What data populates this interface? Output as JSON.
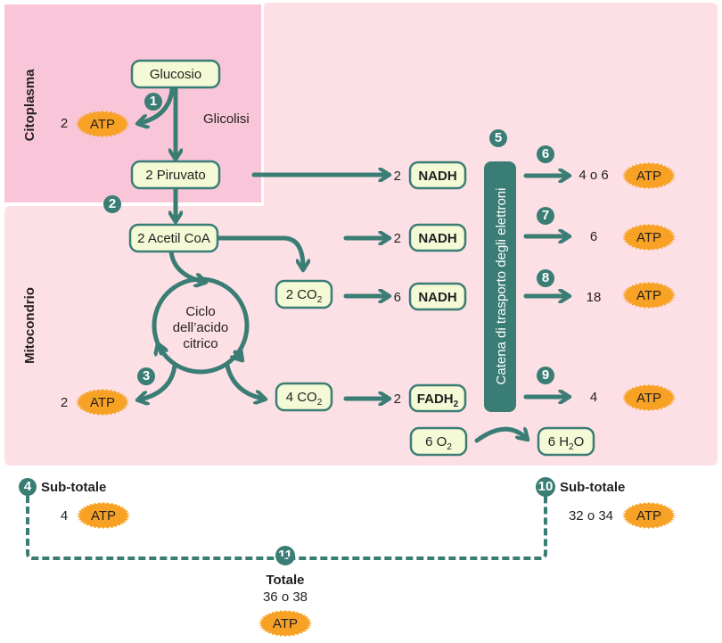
{
  "colors": {
    "cytoplasm_bg": "#f9c5d8",
    "mitochondrion_bg": "#fde0e5",
    "teal": "#3a7d74",
    "box_fill": "#f4f9d6",
    "atp_fill": "#f7a125",
    "text": "#231f20"
  },
  "regions": {
    "cytoplasm": "Citoplasma",
    "mitochondrion": "Mitocondrio"
  },
  "process_label": "Glicolisi",
  "molecules": {
    "glucose": "Glucosio",
    "pyruvate": "2 Piruvato",
    "acetyl_coa": "2 Acetil CoA",
    "cycle": [
      "Ciclo",
      "dell’acido",
      "citrico"
    ],
    "co2_a": {
      "prefix": "2 CO",
      "sub": "2"
    },
    "co2_b": {
      "prefix": "4 CO",
      "sub": "2"
    },
    "o2": {
      "prefix": "6 O",
      "sub": "2"
    },
    "h2o": {
      "prefix": "6 H",
      "sub": "2",
      "suffix": "O"
    },
    "etc": "Catena di trasporto degli elettroni"
  },
  "carriers": [
    {
      "count": "2",
      "name": "NADH"
    },
    {
      "count": "2",
      "name": "NADH"
    },
    {
      "count": "6",
      "name": "NADH"
    },
    {
      "count": "2",
      "name": "FADH",
      "sub": "2"
    }
  ],
  "atp_label": "ATP",
  "atp_yields": {
    "glycolysis": "2",
    "cycle": "2",
    "etc": [
      "4 o 6",
      "6",
      "18",
      "4"
    ]
  },
  "steps": [
    "1",
    "2",
    "3",
    "4",
    "5",
    "6",
    "7",
    "8",
    "9",
    "10",
    "11"
  ],
  "subtotals": {
    "left": {
      "label": "Sub-totale",
      "value": "4"
    },
    "right": {
      "label": "Sub-totale",
      "value": "32 o 34"
    }
  },
  "total": {
    "label": "Totale",
    "value": "36 o 38"
  }
}
